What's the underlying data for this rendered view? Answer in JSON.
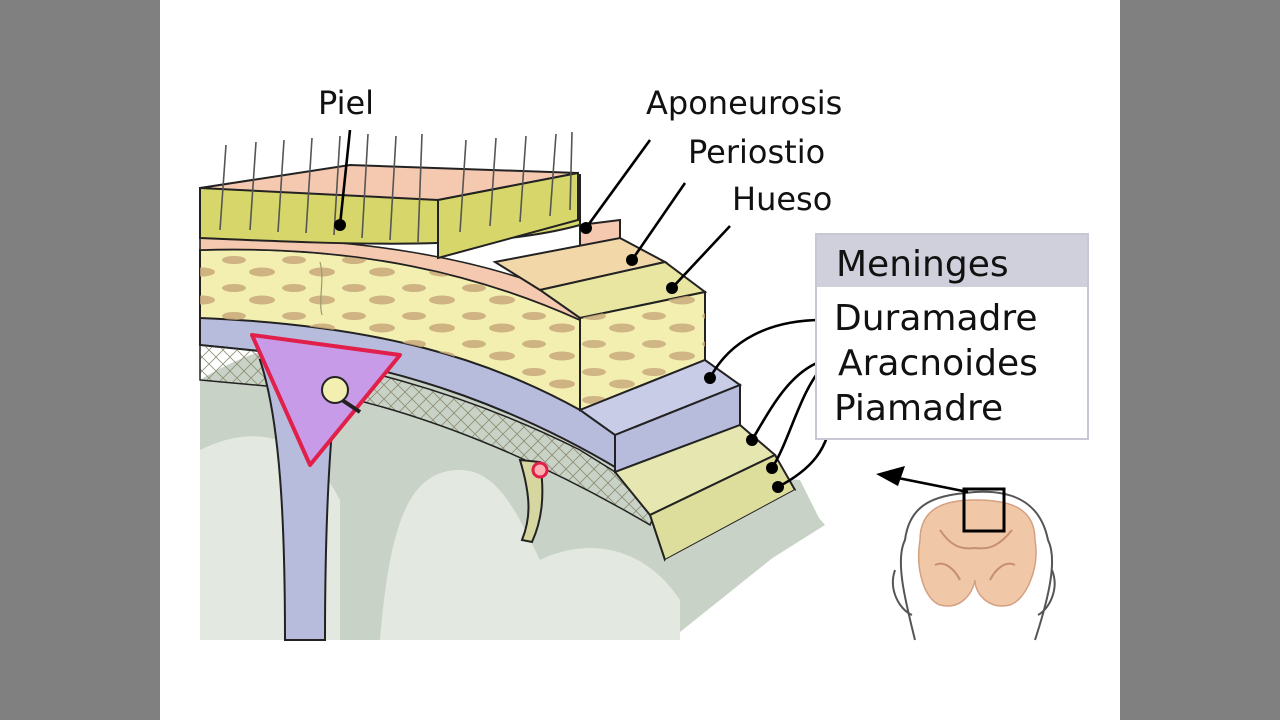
{
  "diagram": {
    "labels": {
      "skin": "Piel",
      "aponeurosis": "Aponeurosis",
      "periosteum": "Periostio",
      "bone": "Hueso"
    },
    "legend": {
      "title": "Meninges",
      "items": [
        "Duramadre",
        "Aracnoides",
        "Piamadre"
      ]
    },
    "colors": {
      "background": "#808080",
      "skin": "#f5c9b0",
      "dermis": "#d6d66a",
      "bone": "#f2efb0",
      "bone_spots": "#c9a87a",
      "dura": "#b8bcdc",
      "falx_sinus": "#c89be8",
      "sinus_border": "#e0204a",
      "brain": "#c9d2c6",
      "legend_header": "#d0d0dc"
    },
    "icons": [
      "brain-coronal-icon",
      "head-outline-icon"
    ]
  }
}
